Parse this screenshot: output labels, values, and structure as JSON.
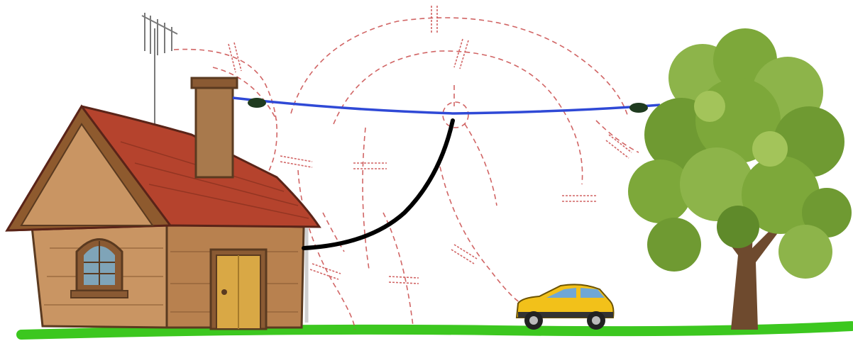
{
  "scene": {
    "objects": [
      "house",
      "tv-antenna",
      "chimney",
      "long-wire-antenna",
      "insulators",
      "feed-line",
      "car",
      "tree",
      "ground"
    ],
    "colors": {
      "antenna_wire": "#2f49d6",
      "feed_line": "#000000",
      "insulator": "#1f3b1f",
      "radiation_pattern": "#c94a4a",
      "ground": "#3cc71f",
      "car_body": "#f2c11a",
      "roof": "#b5432d",
      "house_wall": "#c99563",
      "tree_foliage": "#7da83a",
      "tree_trunk": "#6e4a2e"
    }
  }
}
